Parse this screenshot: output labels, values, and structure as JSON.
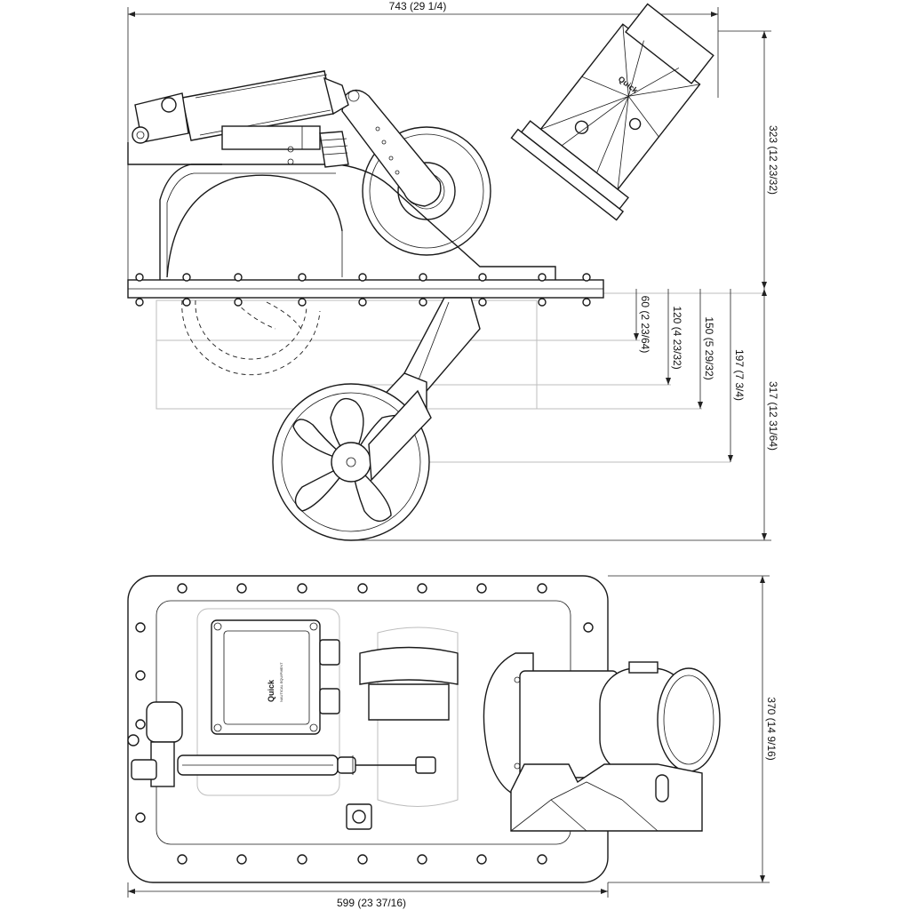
{
  "dimensions": {
    "overall_width": "743 (29 1/4)",
    "top_height": "323 (12 23/32)",
    "bottom_height": "317 (12 31/64)",
    "d60": "60 (2 23/64)",
    "d120": "120 (4 23/32)",
    "d150": "150 (5 29/32)",
    "d197": "197 (7 3/4)",
    "plan_height": "370 (14 9/16)",
    "plan_width": "599 (23 37/16)"
  },
  "branding": {
    "logo_text": "Quick",
    "logo_subtext": "NAUTICAL EQUIPMENT"
  },
  "colors": {
    "line": "#1a1a1a",
    "ghost": "#bdbdbd",
    "background": "#ffffff"
  }
}
